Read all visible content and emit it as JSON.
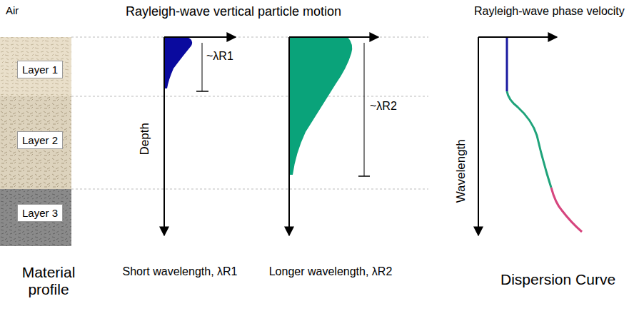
{
  "diagram": {
    "nodes": [
      {
        "text": [
          "Layer 1"
        ]
      },
      {
        "text": [
          "Layer 2"
        ]
      },
      {
        "text": [
          "Layer 3"
        ]
      }
    ],
    "labels": [
      "Air",
      "Rayleigh-wave vertical particle motion",
      "Rayleigh-wave phase velocity",
      "Depth",
      "~λR1",
      "~λR2",
      "Wavelength",
      "Material profile",
      "Short wavelength, λR1",
      "Longer wavelength, λR2",
      "Dispersion Curve"
    ]
  }
}
